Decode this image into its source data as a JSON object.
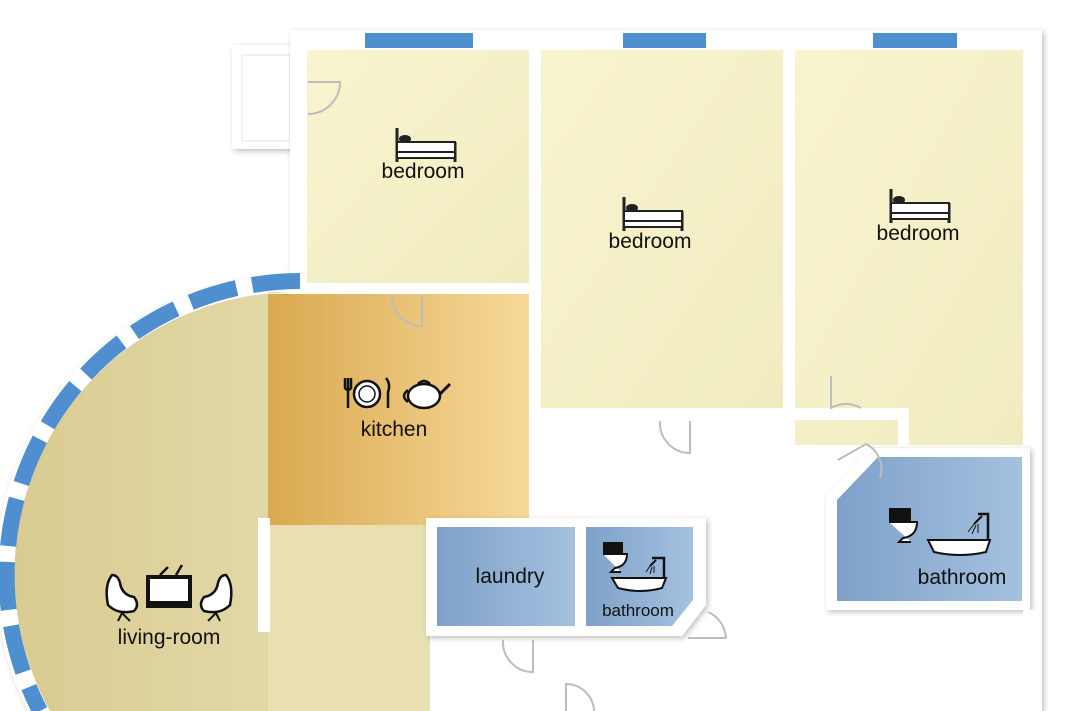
{
  "rooms": {
    "bedroom_1": {
      "label": "bedroom",
      "icon": "bed-icon"
    },
    "bedroom_2": {
      "label": "bedroom",
      "icon": "bed-icon"
    },
    "bedroom_3": {
      "label": "bedroom",
      "icon": "bed-icon"
    },
    "kitchen": {
      "label": "kitchen",
      "icons": [
        "plate-cutlery-icon",
        "teapot-icon"
      ]
    },
    "living_room": {
      "label": "living-room",
      "icons": [
        "armchair-icon",
        "tv-icon",
        "armchair-icon"
      ]
    },
    "laundry": {
      "label": "laundry"
    },
    "bathroom_small": {
      "label": "bathroom",
      "icons": [
        "toilet-icon",
        "bathtub-shower-icon"
      ]
    },
    "bathroom_large": {
      "label": "bathroom",
      "icons": [
        "toilet-icon",
        "bathtub-shower-icon"
      ]
    }
  },
  "colors": {
    "bedroom": "#f6f2c9",
    "kitchen_dark": "#d9a94f",
    "kitchen_light": "#f7d99a",
    "living_room": "#e4dbab",
    "living_room_dark": "#d6c88f",
    "bathroom": "#8eaed1",
    "window": "#4f8fd0",
    "wall": "#ffffff"
  }
}
